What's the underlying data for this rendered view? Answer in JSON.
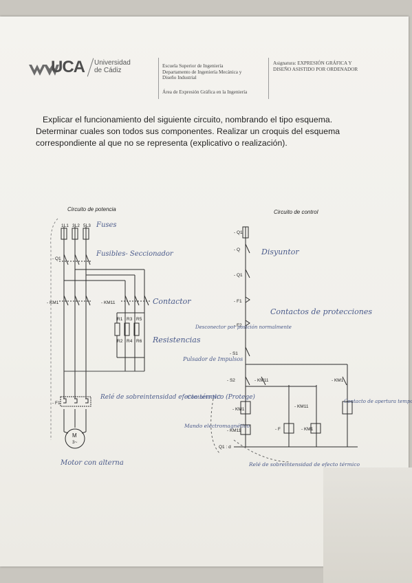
{
  "header": {
    "logo_text": "UCA",
    "university_line1": "Universidad",
    "university_line2": "de Cádiz",
    "school_lines": [
      "Escuela Superior de Ingeniería",
      "Departamento de Ingeniería Mecánica y",
      "Diseño Industrial"
    ],
    "area": "Área de Expresión Gráfica en la Ingeniería",
    "subject_lines": [
      "Asignatura: EXPRESIÓN GRÁFICA Y",
      "DISEÑO ASISTIDO POR ORDENADOR"
    ]
  },
  "task": {
    "line1": "Explicar el funcionamiento del siguiente circuito, nombrando el tipo  esquema.",
    "line2": "Determinar cuales son todos sus componentes. Realizar un croquis del esquema",
    "line3": "correspondiente al que no se representa (explicativo o realización)."
  },
  "power_circuit": {
    "title": "Circuito de potencia",
    "phases": [
      "1L1",
      "3L2",
      "5L3"
    ],
    "labels": {
      "q1": "- Q1",
      "km1": "- KM1",
      "km11": "- KM11",
      "f1": "- F1",
      "motor": "M",
      "motor_sub": "3~"
    },
    "resistor_labels": [
      "R1",
      "R3",
      "R5",
      "R2",
      "R4",
      "R6"
    ]
  },
  "control_circuit": {
    "title": "Circuito de control",
    "labels": {
      "q1": "- Q1",
      "q": "- Q",
      "f1": "- F1",
      "f2": "- F2",
      "s1": "- S1",
      "s2": "- S2",
      "km11a": "- KM11",
      "km1a": "- KM1",
      "km1b": "- KM1",
      "km11b": "- KM11",
      "km1c": "- KM1",
      "km11c": "- KM11",
      "f": "- F",
      "q1b": "Q1 : d"
    }
  },
  "annotations": {
    "fuses": "Fuses",
    "fuse_disconnector": "Fusibles- Seccionador",
    "contactor": "Contactor",
    "resistances": "Resistencias",
    "thermal_relay": "Relé de sobreintensidad efecto térmico (Protege)",
    "motor_ac": "Motor con alterna",
    "disconnector": "Disyuntor",
    "protection_contacts": "Contactos de protecciones",
    "push_button": "Pulsador de Impulsos",
    "nc_switch": "Desconector por posición normalmente",
    "nc_contact": "Contacto NC",
    "electromagnetic": "Mando electromagnético",
    "time_contact": "Contacto de apertura temporizado con retardo al accionamiento",
    "thermal_relay_control": "Relé de sobreintensidad de efecto térmico"
  }
}
